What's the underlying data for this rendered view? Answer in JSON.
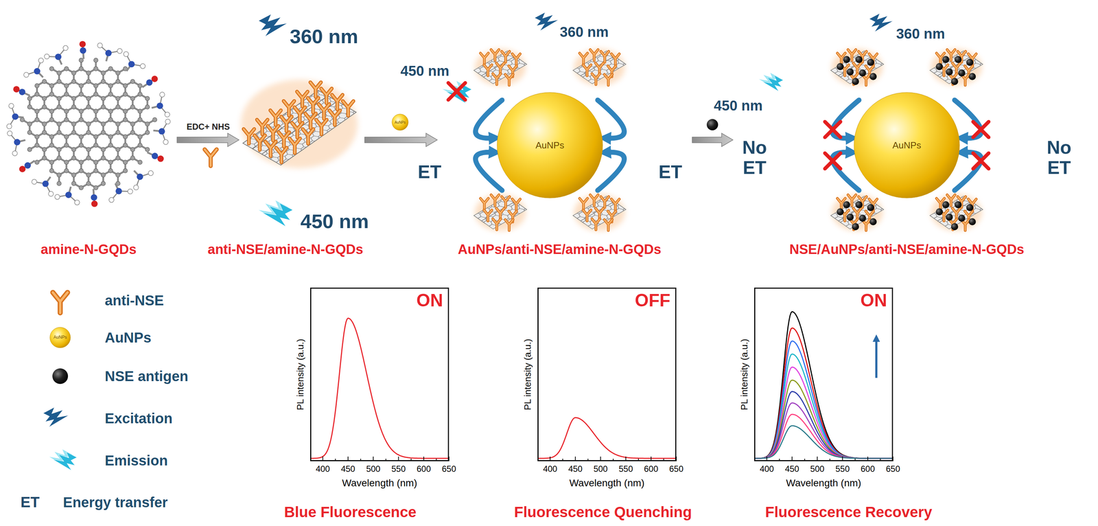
{
  "diagram": {
    "nodes": [
      {
        "text": [
          "AuNPs"
        ]
      },
      {
        "text": [
          "AuNPs"
        ]
      },
      {
        "text": [
          "AuNPs"
        ]
      },
      {
        "text": [
          "AuNPs"
        ]
      },
      {
        "text": [
          "ON"
        ]
      },
      {
        "text": [
          "OFF"
        ]
      },
      {
        "text": [
          "ON"
        ]
      }
    ],
    "labels": [
      "amine-N-GQDs",
      "EDC+ NHS",
      "360 nm",
      "450 nm",
      "anti-NSE/amine-N-GQDs",
      "450 nm",
      "360 nm",
      "ET",
      "ET",
      "AuNPs/anti-NSE/amine-N-GQDs",
      "360 nm",
      "450 nm",
      "No ET",
      "No ET",
      "NSE/AuNPs/anti-NSE/amine-N-GQDs",
      "ET",
      "PL intensity (a.u.)",
      "Wavelength (nm)",
      "400",
      "450",
      "500",
      "550",
      "600",
      "650",
      "Blue Fluorescence",
      "PL intensity (a.u.)",
      "Wavelength (nm)",
      "400",
      "450",
      "500",
      "550",
      "600",
      "650",
      "Fluorescence Quenching",
      "PL intensity (a.u.)",
      "Wavelength (nm)",
      "400",
      "450",
      "500",
      "550",
      "600",
      "650",
      "Fluorescence Recovery"
    ],
    "legend": [
      {
        "text": "anti-NSE"
      },
      {
        "text": "AuNPs"
      },
      {
        "text": "NSE antigen"
      },
      {
        "text": "Excitation"
      },
      {
        "text": "Emission"
      },
      {
        "text": "Energy transfer"
      }
    ]
  }
}
